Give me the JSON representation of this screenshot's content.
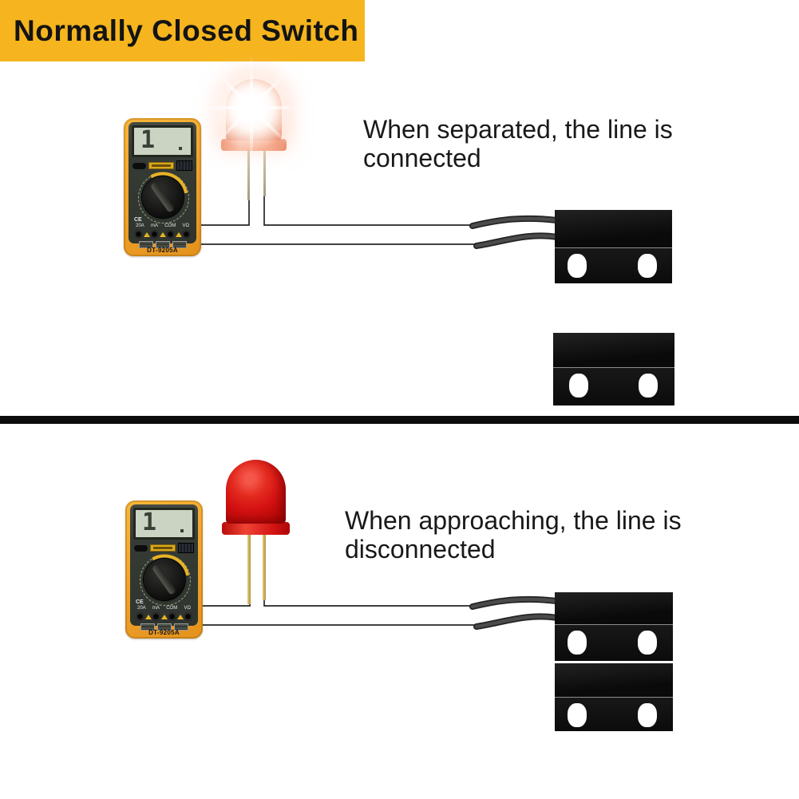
{
  "title_banner": {
    "label": "Normally Closed Switch",
    "background": "#F6B51E",
    "text_color": "#141414"
  },
  "divider": {
    "color": "#0C0C0C"
  },
  "meter": {
    "model": "DT-9205A",
    "display_value": "1",
    "ce_mark": "CE",
    "jack_labels": [
      "20A",
      "mA",
      "COM",
      "VΩ"
    ]
  },
  "panels": [
    {
      "name": "top",
      "caption_line1": "When separated, the line is",
      "caption_line2": "connected",
      "led_state": "on",
      "switch_state": "magnet separated from reed switch"
    },
    {
      "name": "bottom",
      "caption_line1": "When approaching, the line is",
      "caption_line2": "disconnected",
      "led_state": "off",
      "switch_state": "magnet touching reed switch"
    }
  ],
  "colors": {
    "led_on_glow": "#FFFFFF",
    "led_on_body": "#F2A386",
    "led_off_body": "#D31414",
    "meter_case": "#F2A52E",
    "thin_wire": "#2A2A2A",
    "pigtail_wire": "#3E3E3E",
    "block": "#111111"
  }
}
